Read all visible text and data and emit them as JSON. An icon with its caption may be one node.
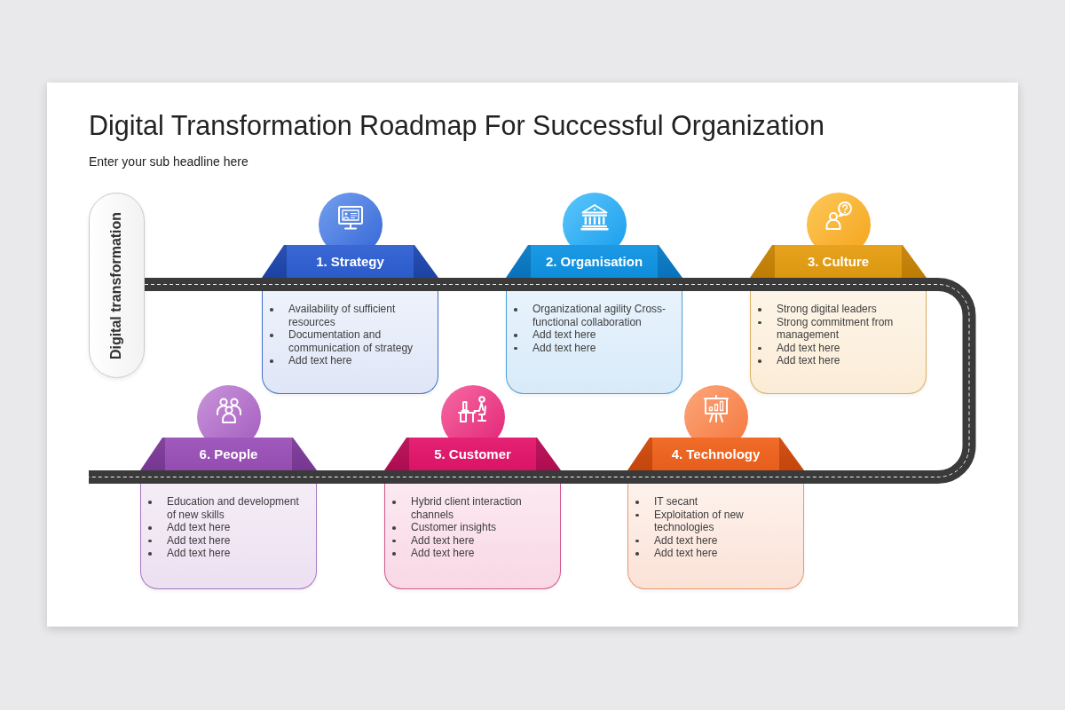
{
  "diagram": {
    "title": "Digital Transformation Roadmap For Successful Organization",
    "nodes": [
      {
        "text": [
          "Digital transformation"
        ]
      },
      {
        "text": [
          "1. Strategy"
        ]
      },
      {
        "text": [
          "Availability of sufficient resources",
          "Documentation and communication of strategy",
          "Add text here"
        ]
      },
      {
        "text": [
          "2. Organisation"
        ]
      },
      {
        "text": [
          "Organizational agility Cross-functional collaboration",
          "Add text here",
          "Add text here"
        ]
      },
      {
        "text": [
          "3. Culture"
        ]
      },
      {
        "text": [
          "Strong digital leaders",
          "Strong commitment from management",
          "Add text here",
          "Add text here"
        ]
      },
      {
        "text": [
          "6. People"
        ]
      },
      {
        "text": [
          "Education and development of new skills",
          "Add text here",
          "Add text here",
          "Add text here"
        ]
      },
      {
        "text": [
          "5. Customer"
        ]
      },
      {
        "text": [
          "Hybrid client interaction channels",
          "Customer insights",
          "Add text here",
          "Add text here"
        ]
      },
      {
        "text": [
          "4. Technology"
        ]
      },
      {
        "text": [
          "IT secant",
          "Exploitation of new technologies",
          "Add text here",
          "Add text here"
        ]
      }
    ],
    "labels": [
      "Enter your sub headline here"
    ]
  }
}
